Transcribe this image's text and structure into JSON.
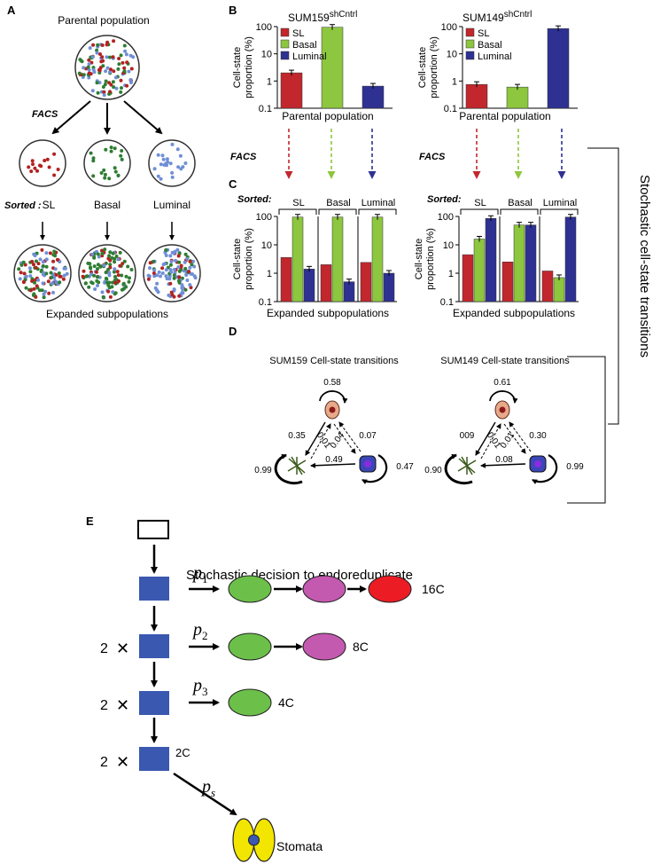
{
  "panels": {
    "A": "A",
    "B": "B",
    "C": "C",
    "D": "D",
    "E": "E"
  },
  "panelA": {
    "parental": "Parental population",
    "facs": "FACS",
    "sorted": "Sorted :",
    "sl": "SL",
    "basal": "Basal",
    "luminal": "Luminal",
    "expanded": "Expanded subpopulations"
  },
  "colors": {
    "SL": "#c1272d",
    "Basal": "#8dc63f",
    "Luminal": "#2e3192",
    "dotRed": "#b22222",
    "dotGreen": "#2e7d32",
    "dotBlue": "#6f8fd6",
    "cell": "#3b58b0",
    "ovalGreen": "#6cc04a",
    "ovalPink": "#c459b0",
    "ovalRed": "#ec1c24",
    "stomata": "#f2e500"
  },
  "legend": [
    "SL",
    "Basal",
    "Luminal"
  ],
  "yAxis": {
    "label1": "Cell-state",
    "label2": "proportion (%)",
    "ticks": [
      "100",
      "10",
      "1",
      "0.1"
    ]
  },
  "panelB": {
    "titleLeft": "SUM159",
    "supLeft": "shCntrl",
    "titleRight": "SUM149",
    "supRight": "shCntrl",
    "xlabel": "Parental population",
    "facs": "FACS"
  },
  "panelC": {
    "sorted": "Sorted:",
    "groups": [
      "SL",
      "Basal",
      "Luminal"
    ],
    "xlabel": "Expanded subpopulations"
  },
  "sideLabel": "Stochastic cell-state transitions",
  "chart_data": [
    {
      "type": "bar",
      "name": "B-SUM159",
      "log": true,
      "ylim": [
        0.1,
        100
      ],
      "categories": [
        "SL",
        "Basal",
        "Luminal"
      ],
      "values": [
        2.0,
        95,
        0.65
      ]
    },
    {
      "type": "bar",
      "name": "B-SUM149",
      "log": true,
      "ylim": [
        0.1,
        100
      ],
      "categories": [
        "SL",
        "Basal",
        "Luminal"
      ],
      "values": [
        0.75,
        0.6,
        85
      ]
    },
    {
      "type": "bar",
      "name": "C-SUM159",
      "log": true,
      "ylim": [
        0.1,
        100
      ],
      "categories": [
        "SL",
        "Basal",
        "Luminal"
      ],
      "series": [
        {
          "name": "SL",
          "values": [
            3.6,
            2.0,
            2.4
          ]
        },
        {
          "name": "Basal",
          "values": [
            95,
            95,
            95
          ]
        },
        {
          "name": "Luminal",
          "values": [
            1.4,
            0.5,
            1.0
          ]
        }
      ]
    },
    {
      "type": "bar",
      "name": "C-SUM149",
      "log": true,
      "ylim": [
        0.1,
        100
      ],
      "categories": [
        "SL",
        "Basal",
        "Luminal"
      ],
      "series": [
        {
          "name": "SL",
          "values": [
            4.5,
            2.5,
            1.2
          ]
        },
        {
          "name": "Basal",
          "values": [
            16,
            50,
            0.7
          ]
        },
        {
          "name": "Luminal",
          "values": [
            85,
            50,
            95
          ]
        }
      ]
    }
  ],
  "panelD": {
    "left": {
      "title": "SUM159 Cell-state transitions",
      "self_top": "0.58",
      "left_edge": "0.35",
      "inner1": "0.01",
      "inner2": "0.04",
      "right_edge": "0.07",
      "bottom": "0.49",
      "self_left": "0.99",
      "self_right": "0.47"
    },
    "right": {
      "title": "SUM149 Cell-state transitions",
      "self_top": "0.61",
      "left_edge": "009",
      "inner1": "0.01",
      "inner2": "0.01",
      "right_edge": "0.30",
      "bottom": "0.08",
      "self_left": "0.90",
      "self_right": "0.99"
    }
  },
  "panelE": {
    "heading": "Stochastic decision to endoreduplicate",
    "mult": "2",
    "p": "p",
    "subs": [
      "1",
      "2",
      "3",
      "s"
    ],
    "labels": [
      "16C",
      "8C",
      "4C",
      "2C"
    ],
    "stomata": "Stomata"
  }
}
